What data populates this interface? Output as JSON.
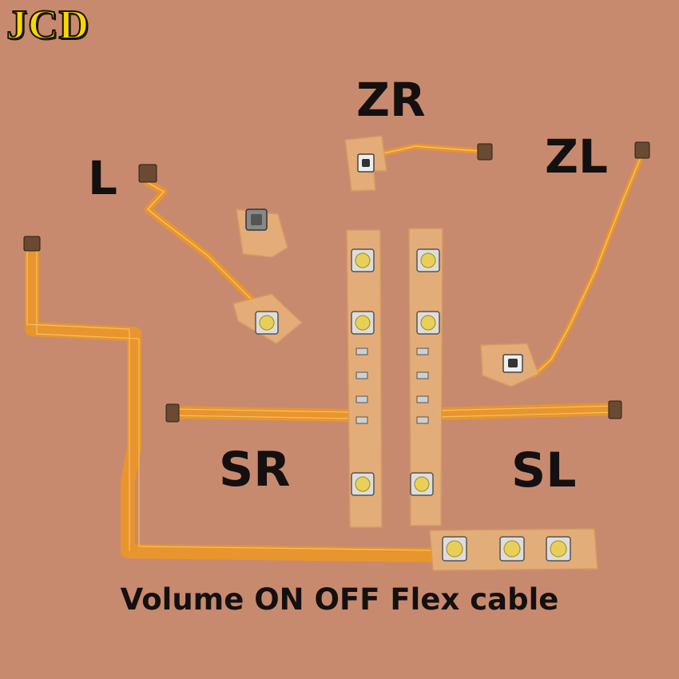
{
  "brand": {
    "logo_text": "JCD",
    "logo_color": "#f5d800"
  },
  "background_color": "#c88a6e",
  "labels": {
    "zr": "ZR",
    "zl": "ZL",
    "l": "L",
    "sr": "SR",
    "sl": "SL"
  },
  "caption": "Volume ON OFF Flex cable",
  "colors": {
    "flex_ribbon": "#e8952e",
    "flex_trace": "#f6c060",
    "flex_board": "#e6b07a",
    "button_cap": "#e8cf58",
    "text": "#141010"
  }
}
